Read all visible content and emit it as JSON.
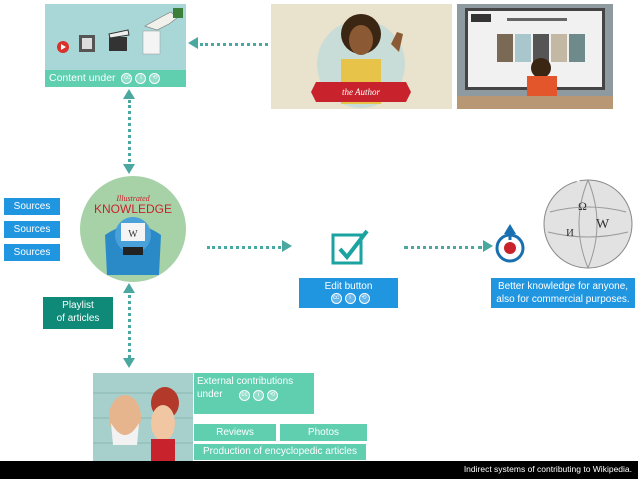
{
  "content_under": {
    "label": "Content under"
  },
  "author": {
    "banner": "the Author"
  },
  "knowledge": {
    "title_top": "Illustrated",
    "title": "KNOWLEDGE"
  },
  "sources": [
    {
      "label": "Sources"
    },
    {
      "label": "Sources"
    },
    {
      "label": "Sources"
    }
  ],
  "playlist": {
    "label": "Playlist\nof articles"
  },
  "edit": {
    "label": "Edit button"
  },
  "better": {
    "label": "Better knowledge for anyone,\nalso for commercial purposes."
  },
  "external": {
    "label": "External contributions\nunder"
  },
  "reviews": {
    "label": "Reviews"
  },
  "photos": {
    "label": "Photos"
  },
  "production": {
    "label": "Production of encyclopedic articles"
  },
  "footer": {
    "caption": "Indirect systems of contributing to Wikipedia."
  },
  "colors": {
    "teal": "#5fcfb0",
    "blue": "#2196e0",
    "dark_teal": "#0f8a78",
    "arrow": "#4aa8a0"
  },
  "icons": [
    "play-icon",
    "film-icon",
    "clapper-icon",
    "hand-icon",
    "checkmark-icon",
    "wikimedia-commons-icon",
    "wikipedia-globe-icon",
    "creative-commons-icon"
  ]
}
